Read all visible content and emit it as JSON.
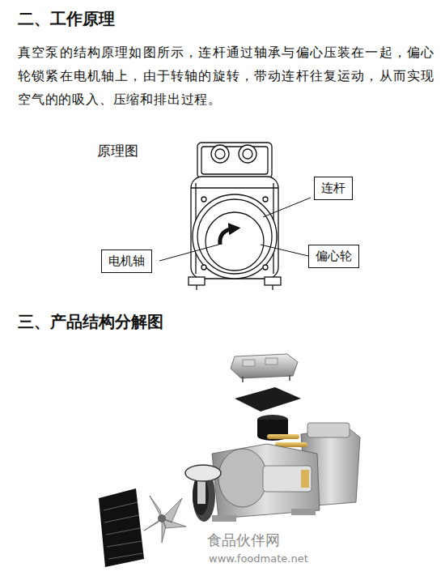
{
  "diagram": {
    "nodes": [
      {
        "text": [
          "连杆"
        ]
      },
      {
        "text": [
          "电机轴"
        ]
      },
      {
        "text": [
          "偏心轮"
        ]
      }
    ],
    "labels": [
      "二、工作原理",
      "真空泵的结构原理如图所示，连杆通过轴承与偏心压装在一起，偏心轮锁紧在电机轴上，由于转轴的旋转，带动连杆往复运动，从而实现空气的的吸入、压缩和排出过程。",
      "原理图",
      "三、产品结构分解图",
      "食品伙伴网",
      "www.foodmate.net"
    ]
  }
}
